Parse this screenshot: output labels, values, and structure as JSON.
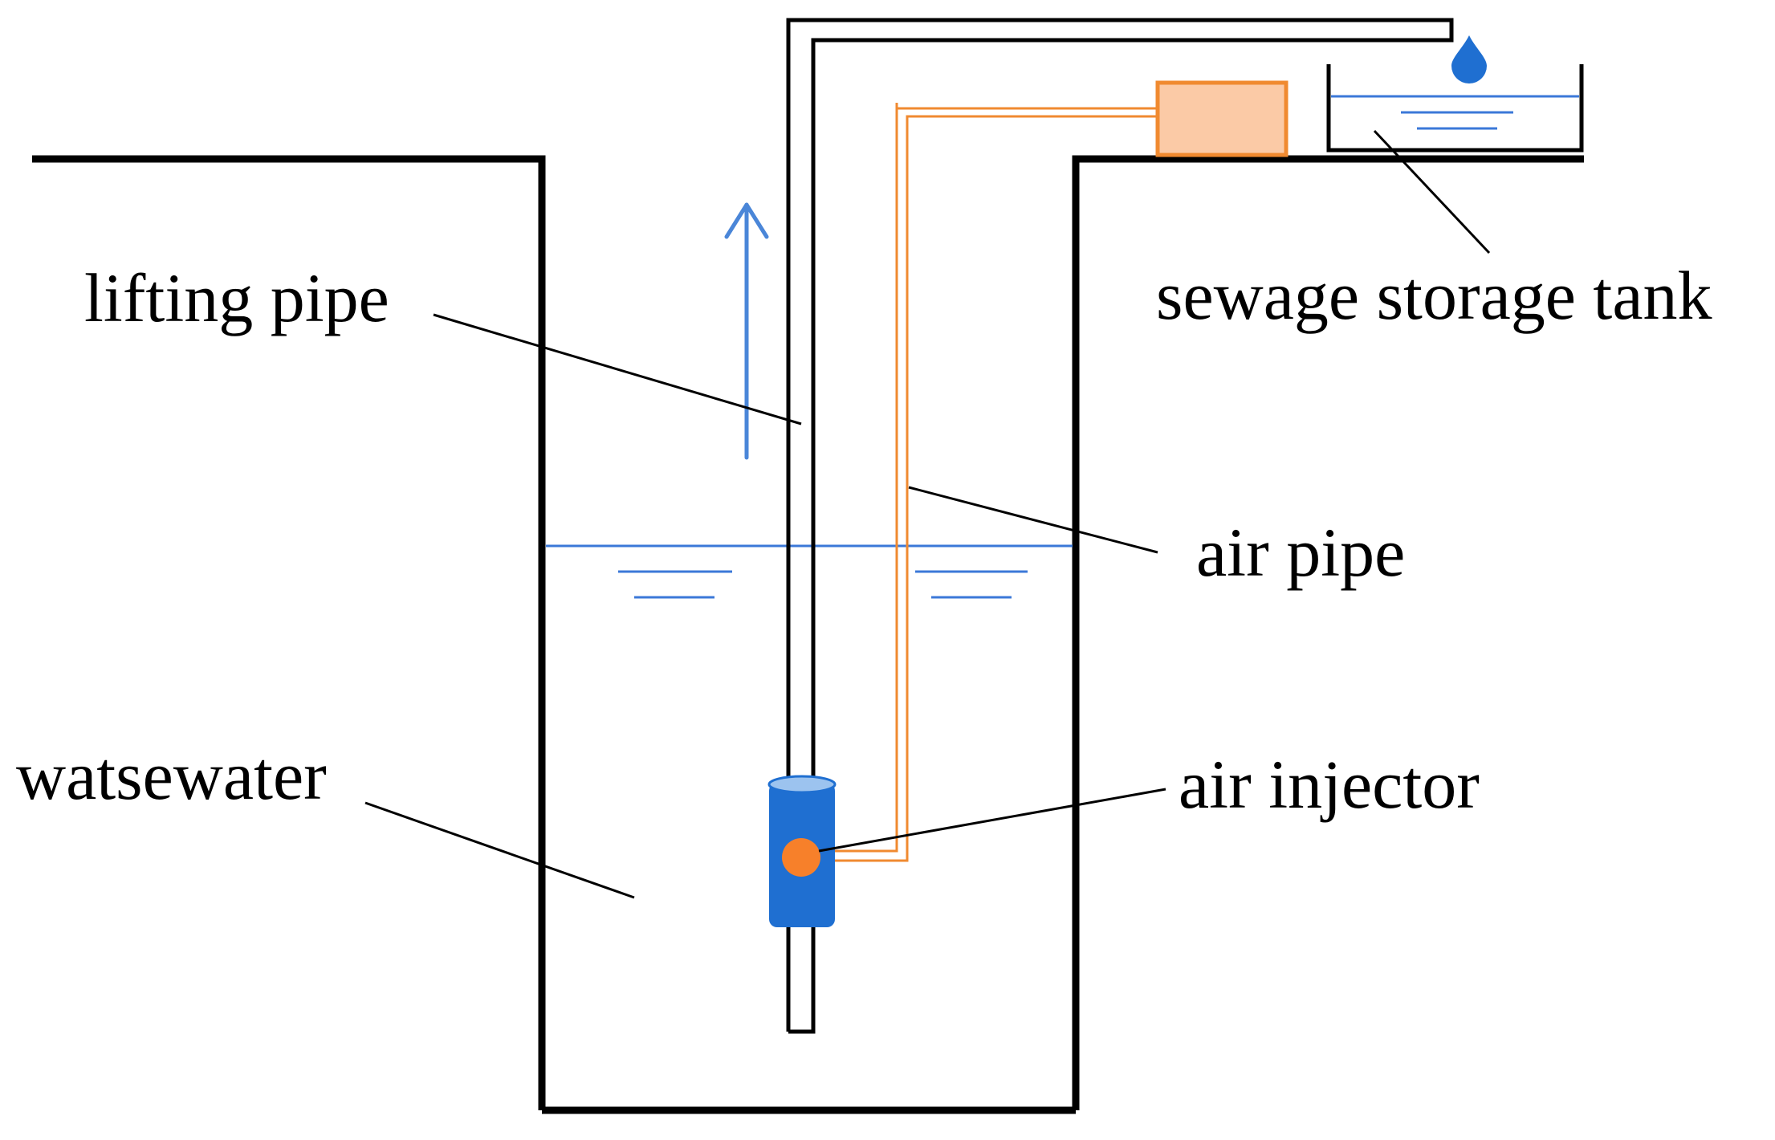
{
  "labels": {
    "lifting_pipe": "lifting pipe",
    "sewage_storage_tank": "sewage storage tank",
    "air_pipe": "air pipe",
    "air_injector": "air injector",
    "wastewater": "watsewater"
  },
  "colors": {
    "outline": "#000000",
    "water_line": "#3b78d8",
    "flow_arrow": "#4a86d8",
    "air_pipe": "#f08a30",
    "compressor_fill": "#fbcaa6",
    "compressor_stroke": "#f08a30",
    "injector_body": "#1f6fd1",
    "injector_top": "#9cc3ef",
    "injector_port": "#f7802a",
    "droplet": "#1f6fd1"
  },
  "icons": {
    "flow_arrow": "arrow-up-icon",
    "droplet": "water-droplet-icon"
  }
}
